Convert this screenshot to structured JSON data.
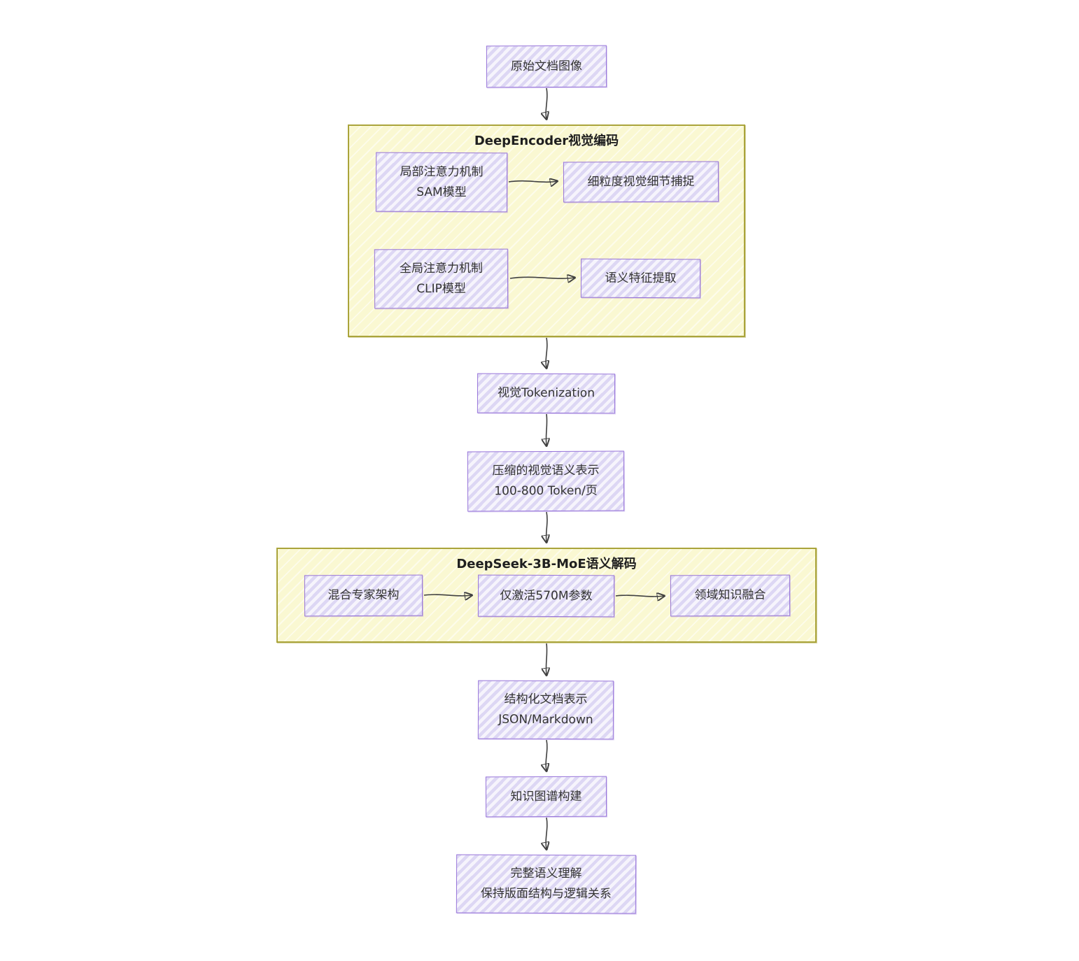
{
  "colors": {
    "node_fill": "#e6e2f7",
    "node_border": "#9673d9",
    "container_fill": "#faf8d2",
    "container_border": "#aaa43b",
    "arrow": "#404040",
    "text": "#333333"
  },
  "containers": {
    "encoder": {
      "title": "DeepEncoder视觉编码"
    },
    "decoder": {
      "title": "DeepSeek-3B-MoE语义解码"
    }
  },
  "nodes": {
    "original": {
      "line1": "原始文档图像"
    },
    "sam": {
      "line1": "局部注意力机制",
      "line2": "SAM模型"
    },
    "fine_detail": {
      "line1": "细粒度视觉细节捕捉"
    },
    "clip": {
      "line1": "全局注意力机制",
      "line2": "CLIP模型"
    },
    "semantic_extract": {
      "line1": "语义特征提取"
    },
    "tokenization": {
      "line1": "视觉Tokenization"
    },
    "compressed": {
      "line1": "压缩的视觉语义表示",
      "line2": "100-800 Token/页"
    },
    "moe": {
      "line1": "混合专家架构"
    },
    "activate": {
      "line1": "仅激活570M参数"
    },
    "domain": {
      "line1": "领域知识融合"
    },
    "structured": {
      "line1": "结构化文档表示",
      "line2": "JSON/Markdown"
    },
    "knowledge_graph": {
      "line1": "知识图谱构建"
    },
    "final": {
      "line1": "完整语义理解",
      "line2": "保持版面结构与逻辑关系"
    }
  },
  "edges": [
    {
      "from": "original",
      "to": "encoder"
    },
    {
      "from": "sam",
      "to": "fine_detail"
    },
    {
      "from": "clip",
      "to": "semantic_extract"
    },
    {
      "from": "encoder",
      "to": "tokenization"
    },
    {
      "from": "tokenization",
      "to": "compressed"
    },
    {
      "from": "compressed",
      "to": "decoder"
    },
    {
      "from": "moe",
      "to": "activate"
    },
    {
      "from": "activate",
      "to": "domain"
    },
    {
      "from": "decoder",
      "to": "structured"
    },
    {
      "from": "structured",
      "to": "knowledge_graph"
    },
    {
      "from": "knowledge_graph",
      "to": "final"
    }
  ]
}
